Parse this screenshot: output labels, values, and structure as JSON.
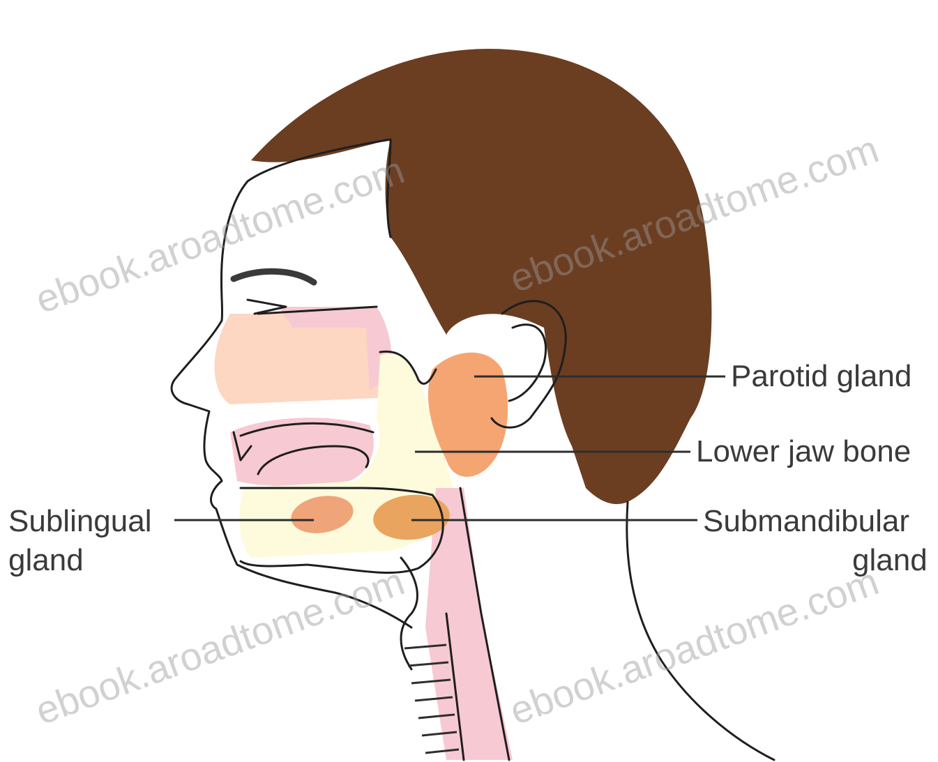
{
  "labels": {
    "parotid": "Parotid gland",
    "lower_jaw": "Lower jaw bone",
    "sublingual_line1": "Sublingual",
    "sublingual_line2": "gland",
    "submandibular_line1": "Submandibular",
    "submandibular_line2": "gland"
  },
  "watermark": "ebook.aroadtome.com",
  "colors": {
    "hair": "#6b3e22",
    "skin_face": "#ffffff",
    "nasal_cavity": "#fdd7c2",
    "mucosa_pink": "#f7c9d2",
    "jaw_bone": "#fdfbdc",
    "gland_orange": "#f5a571",
    "gland_tan": "#e9a45f",
    "outline": "#1e1e1e"
  }
}
